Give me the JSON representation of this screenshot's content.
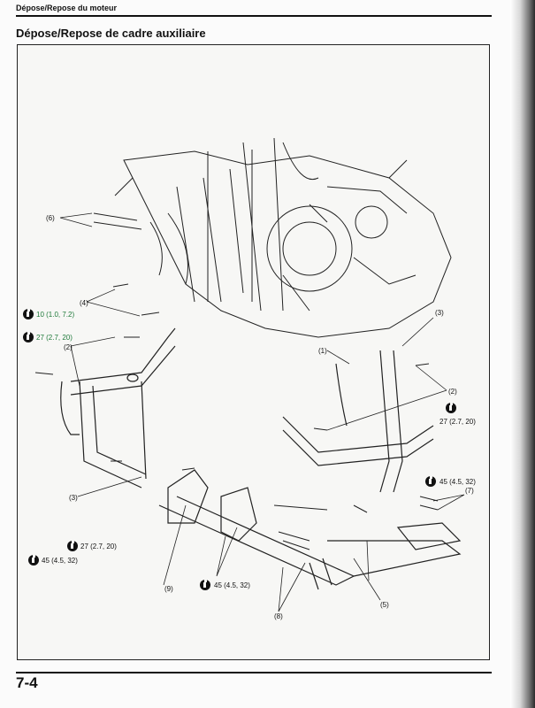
{
  "header": {
    "section": "Dépose/Repose du moteur",
    "title": "Dépose/Repose de cadre auxiliaire"
  },
  "footer": {
    "page_number": "7-4"
  },
  "figure": {
    "callouts": {
      "c6": "(6)",
      "c4": "(4)",
      "c2_left": "(2)",
      "c3_left": "(3)",
      "c1": "(1)",
      "c3_right": "(3)",
      "c2_right": "(2)",
      "c7": "(7)",
      "c9": "(9)",
      "c8": "(8)",
      "c5": "(5)"
    },
    "torques": {
      "t10": "10 (1.0, 7.2)",
      "t27_a": "27 (2.7, 20)",
      "t27_b": "27 (2.7, 20)",
      "t27_c": "27 (2.7, 20)",
      "t45_a": "45 (4.5, 32)",
      "t45_b": "45 (4.5, 32)",
      "t45_c": "45 (4.5, 32)"
    },
    "colors": {
      "torque_green": "#1f7a3a",
      "ink": "#111111"
    },
    "icons": {
      "torque": "torque-wrench-icon"
    }
  }
}
